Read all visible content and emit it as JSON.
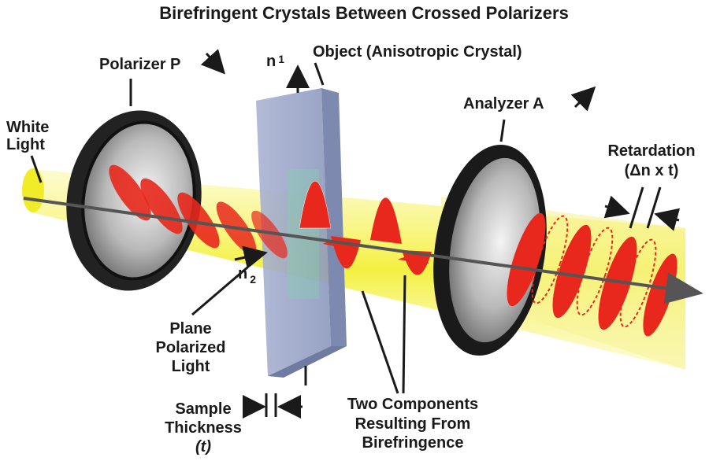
{
  "title": "Birefringent Crystals Between Crossed Polarizers",
  "labels": {
    "polarizer": "Polarizer P",
    "object": "Object (Anisotropic Crystal)",
    "n1": "n",
    "n1_sub": "1",
    "n2": "n",
    "n2_sub": "2",
    "analyzer": "Analyzer A",
    "white_light_1": "White",
    "white_light_2": "Light",
    "retardation_1": "Retardation",
    "retardation_2": "(Δn x t)",
    "plane_1": "Plane",
    "plane_2": "Polarized",
    "plane_3": "Light",
    "sample_1": "Sample",
    "sample_2": "Thickness",
    "sample_3": "(t)",
    "two_1": "Two Components",
    "two_2": "Resulting From",
    "two_3": "Birefringence"
  },
  "colors": {
    "beam": "#f2ef3a",
    "wave": "#e8281c",
    "ring": "#111111",
    "crystal": "#9aa6c8",
    "axis": "#555555"
  }
}
